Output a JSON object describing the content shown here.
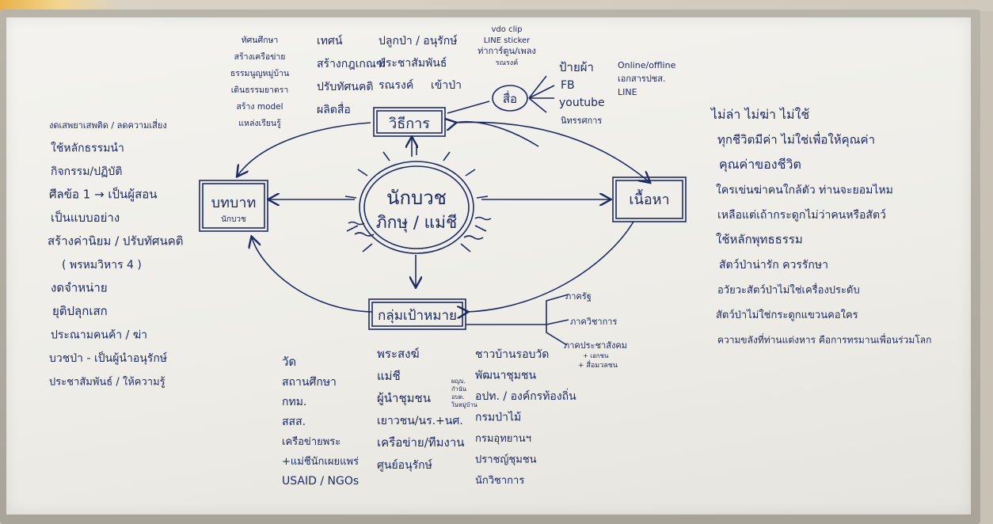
{
  "center": {
    "line1": "นักบวช",
    "line2": "ภิกษุ / แม่ชี"
  },
  "nodes": {
    "method": "วิธีการ",
    "role": "บทบาท",
    "role_sub": "นักบวช",
    "content": "เนื้อหา",
    "target": "กลุ่มเป้าหมาย",
    "media": "สื่อ"
  },
  "method_notes_left": [
    "ทัศนศึกษา",
    "สร้างเครือข่าย",
    "ธรรมนูญหมู่บ้าน",
    "เดินธรรมยาตรา",
    "สร้าง model",
    "แหล่งเรียนรู้"
  ],
  "method_notes_mid": [
    "เทศน์",
    "สร้างกฎเกณฑ์",
    "ปรับทัศนคติ",
    "ผลิตสื่อ"
  ],
  "method_notes_top": [
    "ปลูกป่า / อนุรักษ์",
    "ประชาสัมพันธ์",
    "รณรงค์",
    "เข้าป่า"
  ],
  "media_notes_top": [
    "vdo clip",
    "LINE sticker",
    "ท่าการ์ตูน/เพลง",
    "รณรงค์"
  ],
  "media_items": [
    "ป้ายผ้า",
    "FB",
    "youtube",
    "นิทรรศการ"
  ],
  "media_items_right": [
    "Online/offline",
    "เอกสารปชส.",
    "LINE"
  ],
  "role_items": [
    "งดเสพยาเสพติด / ลดความเสี่ยง",
    "ใช้หลักธรรมนำ",
    "กิจกรรม/ปฏิบัติ",
    "ศีลข้อ 1 → เป็นผู้สอน",
    "เป็นแบบอย่าง",
    "สร้างค่านิยม / ปรับทัศนคติ",
    "( พรหมวิหาร 4 )",
    "งดจำหน่าย",
    "ยุติปลุกเสก",
    "ประณามคนค้า / ฆ่า",
    "บวชป่า - เป็นผู้นำอนุรักษ์",
    "ประชาสัมพันธ์ / ให้ความรู้"
  ],
  "content_items": [
    "ไม่ล่า ไม่ฆ่า ไม่ใช้",
    "ทุกชีวิตมีค่า ไม่ใช่เพื่อให้คุณค่า",
    "คุณค่าของชีวิต",
    "ใครเข่นฆ่าคนใกล้ตัว ท่านจะยอมไหม",
    "เหลือแต่เถ้ากระดูกไม่ว่าคนหรือสัตว์",
    "ใช้หลักพุทธธรรม",
    "สัตว์ป่าน่ารัก ควรรักษา",
    "อวัยวะสัตว์ป่าไม่ใช่เครื่องประดับ",
    "สัตว์ป่าไม่ใช่กระดูกแขวนคอใคร",
    "ความขลังที่ท่านแต่งหาร คือการทรมานเพื่อนร่วมโลก"
  ],
  "target_col1": [
    "วัด",
    "สถานศึกษา",
    "กทม.",
    "สสส.",
    "เครือข่ายพระ",
    "+แม่ชีนักเผยแพร่",
    "USAID / NGOs"
  ],
  "target_col2": [
    "พระสงฆ์",
    "แม่ชี",
    "ผู้นำชุมชน",
    "เยาวชน/นร.+นศ.",
    "เครือข่าย/ทีมงาน",
    "ศูนย์อนุรักษ์"
  ],
  "target_col2_note": [
    "ผญบ.",
    "กำนัน",
    "อบต.",
    "ในหมู่บ้าน"
  ],
  "target_col3": [
    "ชาวบ้านรอบวัด",
    "พัฒนาชุมชน",
    "อปท. / องค์กรท้องถิ่น",
    "กรมป่าไม้",
    "กรมอุทยานฯ",
    "ปราชญ์ชุมชน",
    "นักวิชาการ"
  ],
  "sectors": [
    "ภาครัฐ",
    "ภาควิชาการ",
    "ภาคประชาสังคม",
    "+ เอกชน",
    "+ สื่อมวลชน"
  ],
  "colors": {
    "ink": "#1d2a63",
    "board": "#f1f0ec",
    "frame": "#aaa59b"
  }
}
